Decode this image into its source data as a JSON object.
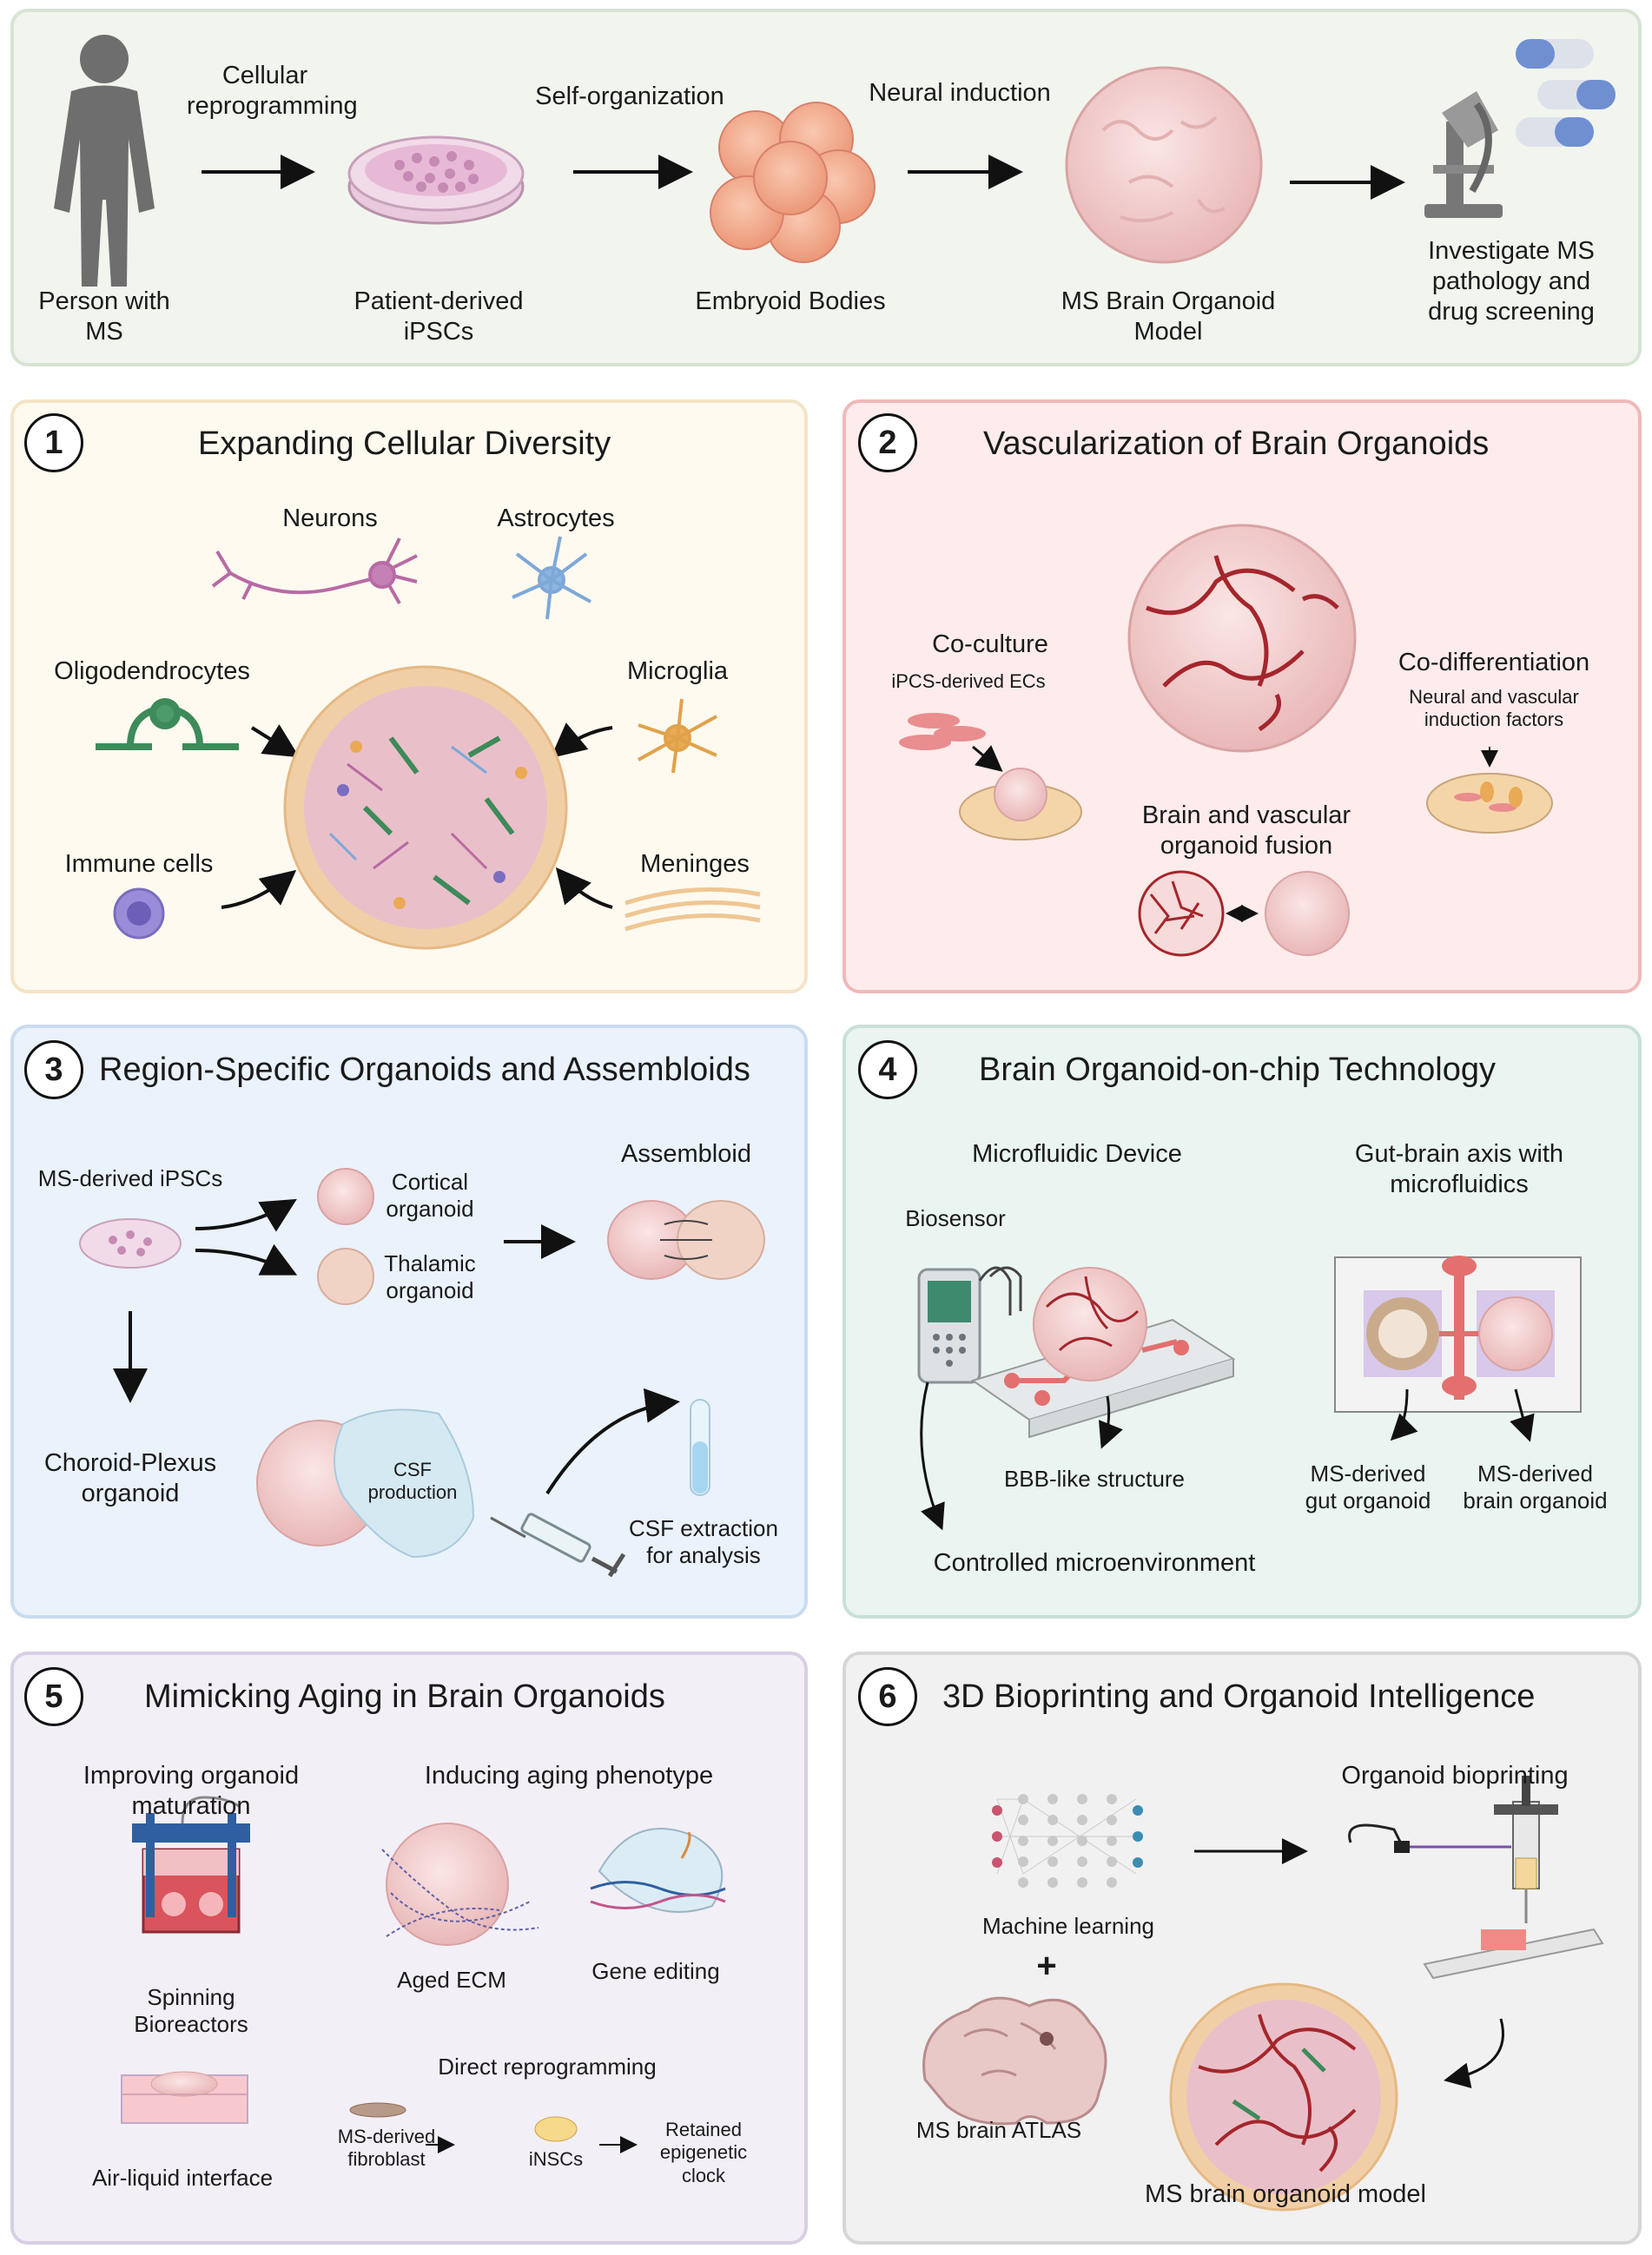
{
  "top": {
    "person_label": "Person with\nMS",
    "step1": "Cellular\nreprogramming",
    "ipsc_label": "Patient-derived\niPSCs",
    "step2": "Self-organization",
    "eb_label": "Embryoid Bodies",
    "step3": "Neural induction",
    "organoid_label": "MS Brain Organoid\nModel",
    "final_label": "Investigate MS\npathology and\ndrug screening"
  },
  "p1": {
    "num": "1",
    "title": "Expanding Cellular Diversity",
    "neurons": "Neurons",
    "astrocytes": "Astrocytes",
    "oligodendrocytes": "Oligodendrocytes",
    "microglia": "Microglia",
    "immune": "Immune cells",
    "meninges": "Meninges"
  },
  "p2": {
    "num": "2",
    "title": "Vascularization of Brain Organoids",
    "coculture": "Co-culture",
    "ipcs_ecs": "iPCS-derived ECs",
    "codiff": "Co-differentiation",
    "factors": "Neural and vascular\ninduction factors",
    "fusion": "Brain and vascular\norganoid fusion"
  },
  "p3": {
    "num": "3",
    "title": "Region-Specific Organoids and Assembloids",
    "ms_ipscs": "MS-derived iPSCs",
    "cortical": "Cortical\norganoid",
    "thalamic": "Thalamic\norganoid",
    "assembloid": "Assembloid",
    "choroid": "Choroid-Plexus\norganoid",
    "csf_prod": "CSF\nproduction",
    "csf_extract": "CSF extraction\nfor analysis"
  },
  "p4": {
    "num": "4",
    "title": "Brain Organoid-on-chip Technology",
    "microfluidic": "Microfluidic Device",
    "gutbrain": "Gut-brain axis with\nmicrofluidics",
    "biosensor": "Biosensor",
    "bbb": "BBB-like structure",
    "controlled": "Controlled microenvironment",
    "gut_org": "MS-derived\ngut organoid",
    "brain_org": "MS-derived\nbrain organoid"
  },
  "p5": {
    "num": "5",
    "title": "Mimicking Aging in Brain Organoids",
    "improving": "Improving organoid\nmaturation",
    "inducing": "Inducing aging phenotype",
    "spinning": "Spinning\nBioreactors",
    "aged_ecm": "Aged ECM",
    "gene_editing": "Gene editing",
    "air_liquid": "Air-liquid interface",
    "direct": "Direct reprogramming",
    "fibroblast": "MS-derived\nfibroblast",
    "insc": "iNSCs",
    "retained": "Retained\nepigenetic\nclock"
  },
  "p6": {
    "num": "6",
    "title": "3D Bioprinting and Organoid Intelligence",
    "bioprinting": "Organoid bioprinting",
    "ml": "Machine learning",
    "plus": "+",
    "atlas": "MS brain ATLAS",
    "model": "MS brain organoid model"
  },
  "colors": {
    "top_bg": "#f1f5ee",
    "p1_bg": "#fefaf0",
    "p2_bg": "#fdeceb",
    "p3_bg": "#eaf2fb",
    "p4_bg": "#eaf4f1",
    "p5_bg": "#f3eff7",
    "p6_bg": "#f1f1f1",
    "organoid": "#f3cfcf",
    "vessel": "#a4262c"
  }
}
